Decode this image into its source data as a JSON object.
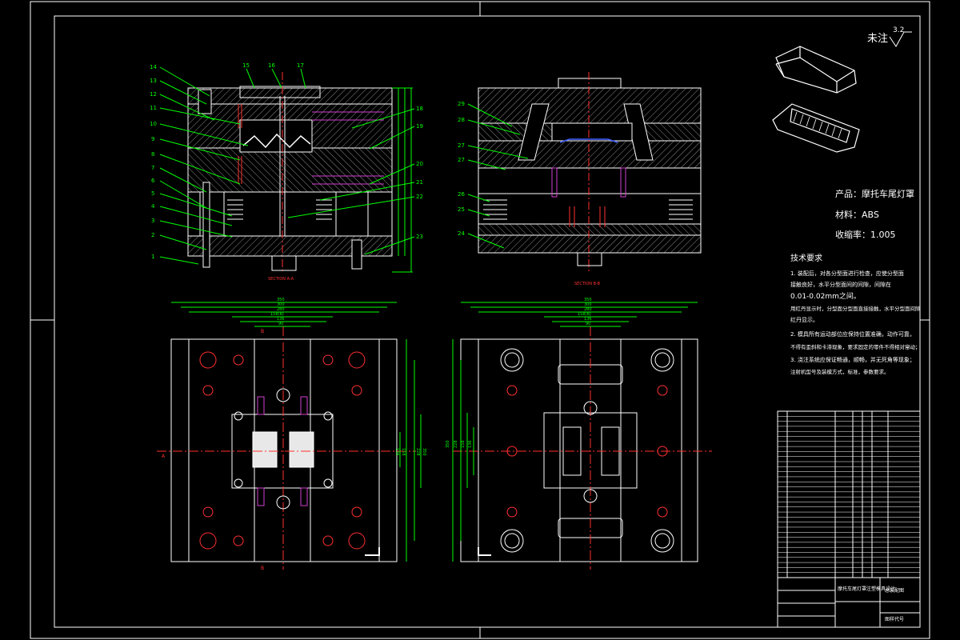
{
  "colors": {
    "background": "#000000",
    "frame": "#ffffff",
    "dimension": "#00ff00",
    "leader": "#00ff00",
    "centerline": "#ff3030",
    "bolt": "#ff3030",
    "pin": "#d040d0",
    "hatch": "#9a9a9a"
  },
  "note": {
    "label": "未注",
    "roughness": "3.2"
  },
  "product_info": {
    "product": "产品：摩托车尾灯罩",
    "material": "材料：ABS",
    "shrinkage": "收缩率：1.005"
  },
  "tech_requirements": {
    "title": "技术要求",
    "lines": [
      "1. 装配后，对各分型面进行检查，应使分型面",
      "接触良好，水平分型面间的间隙，间隙在",
      "0.01-0.02mm之间。",
      "用红丹显示时，分型面分型面直接接触，水平分型面间隙",
      "红丹显示。",
      "2. 模具所有运动部位应保持位置准确，动作可靠，",
      "不得有歪斜和卡滞现象，要求固定的零件不得相对窜动；",
      "3. 浇注系统应保证畅通，顺畅，并无死角等现象；",
      "注射机型号及装模方式，标准，参数要求。"
    ]
  },
  "views": {
    "top_left_caption": "SECTION A-A",
    "top_right_caption": "SECTION B-B"
  },
  "part_numbers_left": [
    "14",
    "13",
    "12",
    "11",
    "10",
    "9",
    "8",
    "7",
    "6",
    "5",
    "4",
    "3",
    "2",
    "1"
  ],
  "part_numbers_top": [
    "15",
    "16",
    "17"
  ],
  "part_numbers_right": [
    "18",
    "19",
    "20",
    "21",
    "22",
    "23"
  ],
  "part_numbers_mid": [
    "29",
    "28",
    "27",
    "27",
    "26",
    "25",
    "24"
  ],
  "dimensions_left": {
    "widths": [
      "350",
      "300",
      "280",
      "158(B)",
      "136",
      "90"
    ],
    "height_labels": [
      "136",
      "158",
      "228",
      "350"
    ]
  },
  "dimensions_right": {
    "widths": [
      "350",
      "300",
      "280",
      "158(B)",
      "136",
      "90"
    ],
    "height_labels": [
      "350",
      "228",
      "158",
      "136"
    ]
  },
  "section_marks": [
    "B",
    "B",
    "A"
  ],
  "title_block": {
    "design_title": "摩托车尾灯罩注塑模具设计",
    "drawing_name": "总装配图",
    "scale_label": "图样代号",
    "rows": 33
  }
}
